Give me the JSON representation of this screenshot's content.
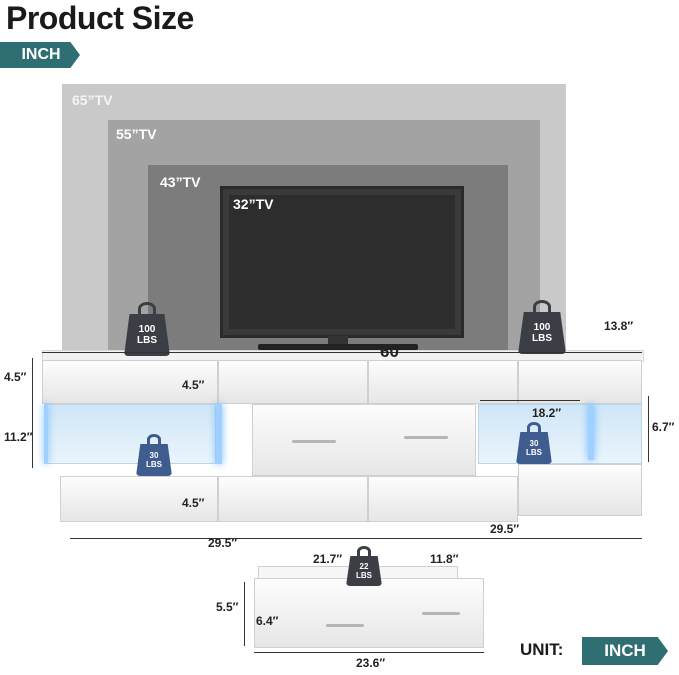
{
  "title": "Product Size",
  "badge_top": "INCH",
  "tv_sizes": [
    "65”TV",
    "55”TV",
    "43”TV",
    "32”TV"
  ],
  "weights": {
    "top_left": [
      "100",
      "LBS"
    ],
    "top_right": [
      "100",
      "LBS"
    ],
    "shelf_left": [
      "30",
      "LBS"
    ],
    "shelf_right": [
      "30",
      "LBS"
    ],
    "drawer": [
      "22",
      "LBS"
    ]
  },
  "dimensions": {
    "width": "60″",
    "depth": "13.8″",
    "height_top": "4.5″",
    "height_mid": "11.2″",
    "drawer_top_h": "4.5″",
    "drawer_bottom_h": "4.5″",
    "shelf_width": "18.2″",
    "shelf_height": "6.7″",
    "left_half": "29.5″",
    "right_half": "29.5″",
    "drawer_inner_w": "21.7″",
    "drawer_depth": "11.8″",
    "drawer_outer_h": "5.5″",
    "drawer_inner_h": "6.4″",
    "drawer_width": "23.6″"
  },
  "unit_label": "UNIT:",
  "unit_value": "INCH",
  "colors": {
    "badge": "#2f6f73",
    "weight_dark": "#3b3f45",
    "weight_blue": "#3f5c8f"
  }
}
